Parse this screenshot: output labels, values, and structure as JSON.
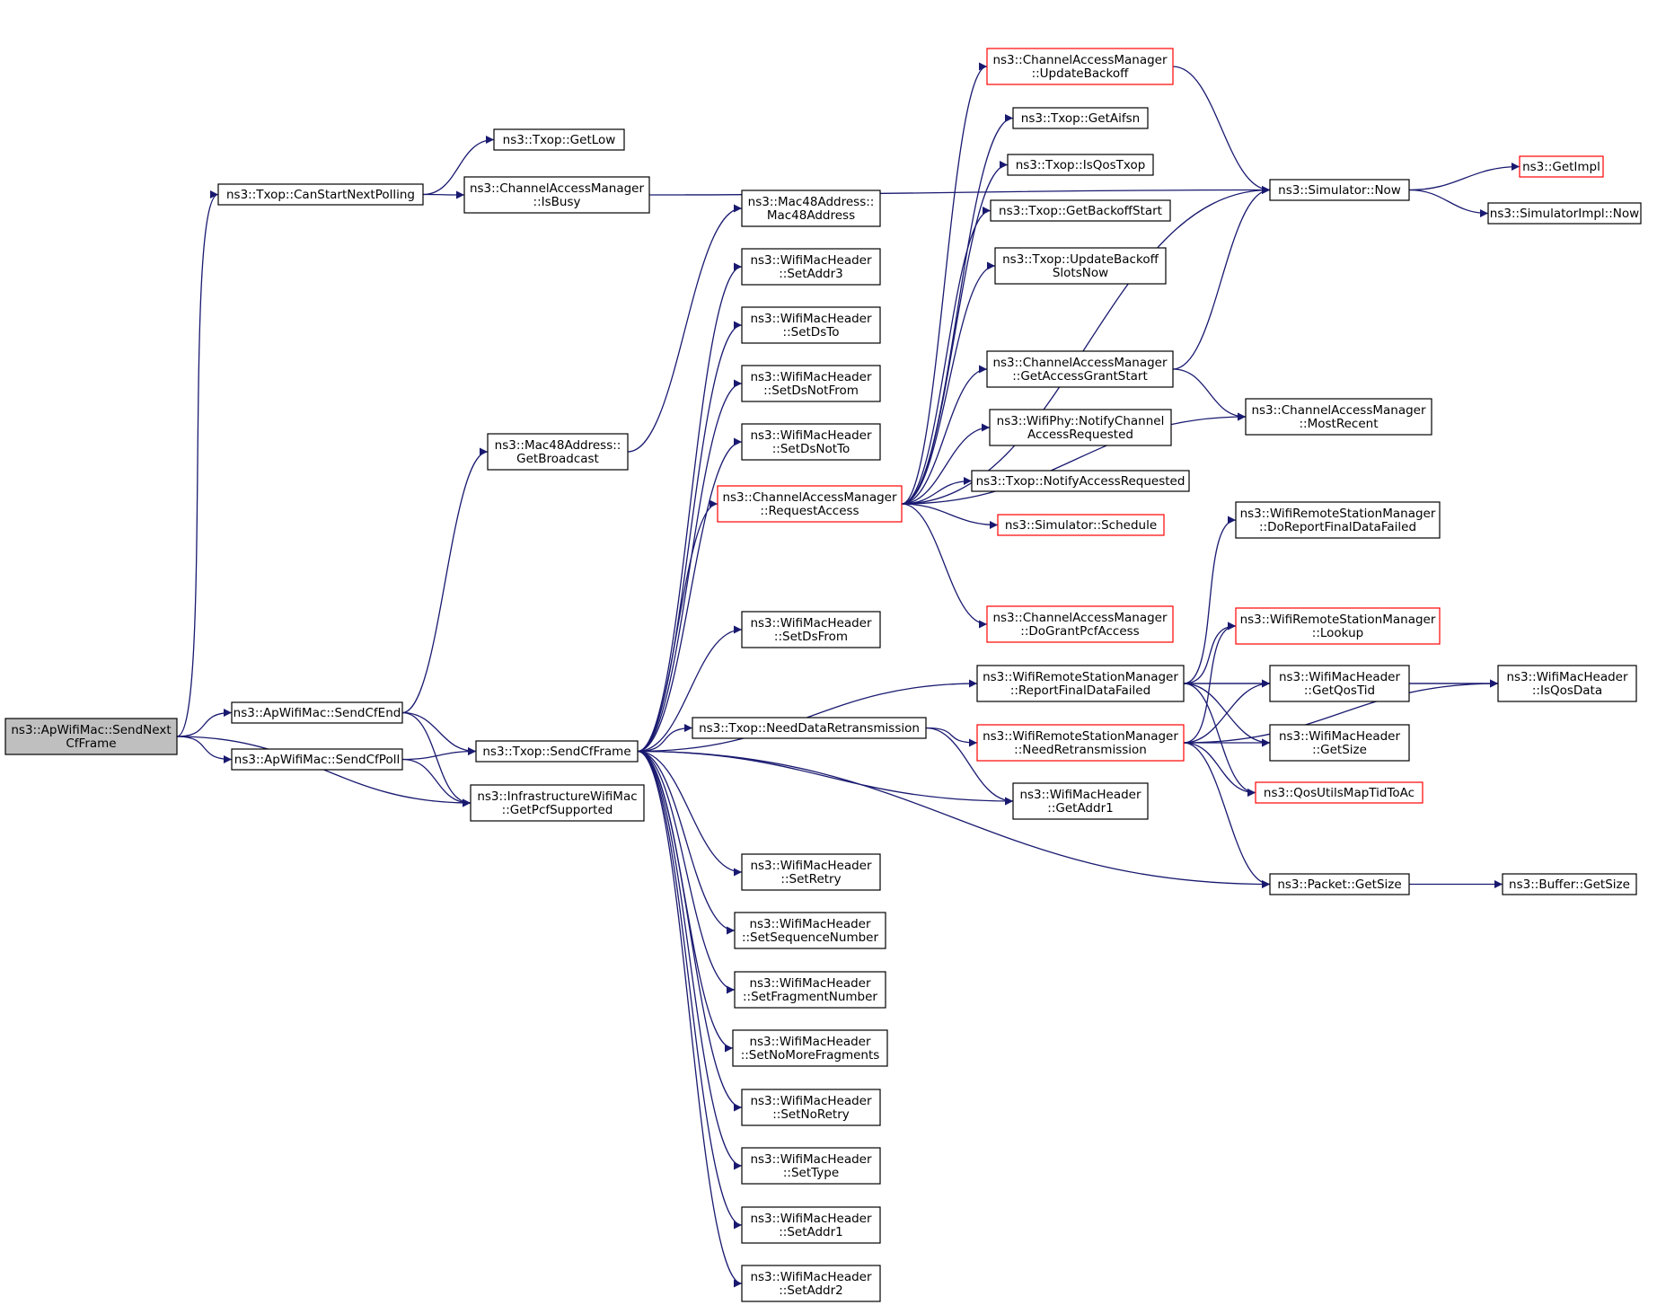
{
  "nodes": [
    {
      "id": "n1",
      "lines": [
        "ns3::ApWifiMac::SendNext",
        "CfFrame"
      ],
      "focal": true
    },
    {
      "id": "n2",
      "lines": [
        "ns3::Txop::CanStartNextPolling"
      ]
    },
    {
      "id": "n3",
      "lines": [
        "ns3::ApWifiMac::SendCfEnd"
      ]
    },
    {
      "id": "n4",
      "lines": [
        "ns3::ApWifiMac::SendCfPoll"
      ]
    },
    {
      "id": "n5",
      "lines": [
        "ns3::InfrastructureWifiMac",
        "::GetPcfSupported"
      ]
    },
    {
      "id": "n6",
      "lines": [
        "ns3::Txop::GetLow"
      ]
    },
    {
      "id": "n7",
      "lines": [
        "ns3::ChannelAccessManager",
        "::IsBusy"
      ]
    },
    {
      "id": "n8",
      "lines": [
        "ns3::Mac48Address::",
        "GetBroadcast"
      ]
    },
    {
      "id": "n9",
      "lines": [
        "ns3::Txop::SendCfFrame"
      ]
    },
    {
      "id": "n10",
      "lines": [
        "ns3::Mac48Address::",
        "Mac48Address"
      ]
    },
    {
      "id": "n11",
      "lines": [
        "ns3::WifiMacHeader",
        "::SetAddr3"
      ]
    },
    {
      "id": "n12",
      "lines": [
        "ns3::WifiMacHeader",
        "::SetDsTo"
      ]
    },
    {
      "id": "n13",
      "lines": [
        "ns3::WifiMacHeader",
        "::SetDsNotFrom"
      ]
    },
    {
      "id": "n14",
      "lines": [
        "ns3::WifiMacHeader",
        "::SetDsNotTo"
      ]
    },
    {
      "id": "n15",
      "lines": [
        "ns3::ChannelAccessManager",
        "::RequestAccess"
      ],
      "trunc": true
    },
    {
      "id": "n16",
      "lines": [
        "ns3::WifiMacHeader",
        "::SetDsFrom"
      ]
    },
    {
      "id": "n17",
      "lines": [
        "ns3::Txop::NeedDataRetransmission"
      ]
    },
    {
      "id": "n18",
      "lines": [
        "ns3::WifiMacHeader",
        "::SetRetry"
      ]
    },
    {
      "id": "n19",
      "lines": [
        "ns3::WifiMacHeader",
        "::SetSequenceNumber"
      ]
    },
    {
      "id": "n20",
      "lines": [
        "ns3::WifiMacHeader",
        "::SetFragmentNumber"
      ]
    },
    {
      "id": "n21",
      "lines": [
        "ns3::WifiMacHeader",
        "::SetNoMoreFragments"
      ]
    },
    {
      "id": "n22",
      "lines": [
        "ns3::WifiMacHeader",
        "::SetNoRetry"
      ]
    },
    {
      "id": "n23",
      "lines": [
        "ns3::WifiMacHeader",
        "::SetType"
      ]
    },
    {
      "id": "n24",
      "lines": [
        "ns3::WifiMacHeader",
        "::SetAddr1"
      ]
    },
    {
      "id": "n25",
      "lines": [
        "ns3::WifiMacHeader",
        "::SetAddr2"
      ]
    },
    {
      "id": "n26",
      "lines": [
        "ns3::ChannelAccessManager",
        "::UpdateBackoff"
      ],
      "trunc": true
    },
    {
      "id": "n27",
      "lines": [
        "ns3::Txop::GetAifsn"
      ]
    },
    {
      "id": "n28",
      "lines": [
        "ns3::Txop::IsQosTxop"
      ]
    },
    {
      "id": "n29",
      "lines": [
        "ns3::Txop::GetBackoffStart"
      ]
    },
    {
      "id": "n30",
      "lines": [
        "ns3::Txop::UpdateBackoff",
        "SlotsNow"
      ]
    },
    {
      "id": "n31",
      "lines": [
        "ns3::ChannelAccessManager",
        "::GetAccessGrantStart"
      ]
    },
    {
      "id": "n32",
      "lines": [
        "ns3::WifiPhy::NotifyChannel",
        "AccessRequested"
      ]
    },
    {
      "id": "n33",
      "lines": [
        "ns3::Txop::NotifyAccessRequested"
      ]
    },
    {
      "id": "n34",
      "lines": [
        "ns3::Simulator::Schedule"
      ],
      "trunc": true
    },
    {
      "id": "n35",
      "lines": [
        "ns3::ChannelAccessManager",
        "::DoGrantPcfAccess"
      ],
      "trunc": true
    },
    {
      "id": "n36",
      "lines": [
        "ns3::WifiRemoteStationManager",
        "::ReportFinalDataFailed"
      ]
    },
    {
      "id": "n37",
      "lines": [
        "ns3::WifiRemoteStationManager",
        "::NeedRetransmission"
      ],
      "trunc": true
    },
    {
      "id": "n38",
      "lines": [
        "ns3::WifiMacHeader",
        "::GetAddr1"
      ]
    },
    {
      "id": "n39",
      "lines": [
        "ns3::Simulator::Now"
      ]
    },
    {
      "id": "n40",
      "lines": [
        "ns3::ChannelAccessManager",
        "::MostRecent"
      ]
    },
    {
      "id": "n41",
      "lines": [
        "ns3::WifiRemoteStationManager",
        "::DoReportFinalDataFailed"
      ]
    },
    {
      "id": "n42",
      "lines": [
        "ns3::WifiRemoteStationManager",
        "::Lookup"
      ],
      "trunc": true
    },
    {
      "id": "n43",
      "lines": [
        "ns3::WifiMacHeader",
        "::GetQosTid"
      ]
    },
    {
      "id": "n44",
      "lines": [
        "ns3::WifiMacHeader",
        "::GetSize"
      ]
    },
    {
      "id": "n45",
      "lines": [
        "ns3::QosUtilsMapTidToAc"
      ],
      "trunc": true
    },
    {
      "id": "n46",
      "lines": [
        "ns3::Packet::GetSize"
      ]
    },
    {
      "id": "n47",
      "lines": [
        "ns3::GetImpl"
      ],
      "trunc": true
    },
    {
      "id": "n48",
      "lines": [
        "ns3::SimulatorImpl::Now"
      ]
    },
    {
      "id": "n49",
      "lines": [
        "ns3::WifiMacHeader",
        "::IsQosData"
      ]
    },
    {
      "id": "n50",
      "lines": [
        "ns3::Buffer::GetSize"
      ]
    }
  ],
  "edges": [
    [
      "n1",
      "n2"
    ],
    [
      "n1",
      "n3"
    ],
    [
      "n1",
      "n4"
    ],
    [
      "n1",
      "n5"
    ],
    [
      "n2",
      "n6"
    ],
    [
      "n2",
      "n7"
    ],
    [
      "n7",
      "n39"
    ],
    [
      "n3",
      "n8"
    ],
    [
      "n3",
      "n9"
    ],
    [
      "n3",
      "n5"
    ],
    [
      "n4",
      "n9"
    ],
    [
      "n4",
      "n5"
    ],
    [
      "n8",
      "n10"
    ],
    [
      "n9",
      "n11"
    ],
    [
      "n9",
      "n12"
    ],
    [
      "n9",
      "n13"
    ],
    [
      "n9",
      "n14"
    ],
    [
      "n9",
      "n15"
    ],
    [
      "n9",
      "n16"
    ],
    [
      "n9",
      "n36"
    ],
    [
      "n9",
      "n17"
    ],
    [
      "n9",
      "n38"
    ],
    [
      "n9",
      "n46"
    ],
    [
      "n9",
      "n18"
    ],
    [
      "n9",
      "n19"
    ],
    [
      "n9",
      "n20"
    ],
    [
      "n9",
      "n21"
    ],
    [
      "n9",
      "n22"
    ],
    [
      "n9",
      "n23"
    ],
    [
      "n9",
      "n24"
    ],
    [
      "n9",
      "n25"
    ],
    [
      "n15",
      "n26"
    ],
    [
      "n15",
      "n27"
    ],
    [
      "n15",
      "n28"
    ],
    [
      "n15",
      "n29"
    ],
    [
      "n15",
      "n30"
    ],
    [
      "n15",
      "n39"
    ],
    [
      "n15",
      "n31"
    ],
    [
      "n15",
      "n32"
    ],
    [
      "n15",
      "n33"
    ],
    [
      "n15",
      "n34"
    ],
    [
      "n15",
      "n40"
    ],
    [
      "n15",
      "n35"
    ],
    [
      "n26",
      "n39"
    ],
    [
      "n31",
      "n39"
    ],
    [
      "n31",
      "n40"
    ],
    [
      "n39",
      "n47"
    ],
    [
      "n39",
      "n48"
    ],
    [
      "n17",
      "n37"
    ],
    [
      "n17",
      "n38"
    ],
    [
      "n36",
      "n41"
    ],
    [
      "n36",
      "n42"
    ],
    [
      "n36",
      "n43"
    ],
    [
      "n36",
      "n44"
    ],
    [
      "n36",
      "n45"
    ],
    [
      "n36",
      "n49"
    ],
    [
      "n37",
      "n42"
    ],
    [
      "n37",
      "n43"
    ],
    [
      "n37",
      "n44"
    ],
    [
      "n37",
      "n45"
    ],
    [
      "n37",
      "n46"
    ],
    [
      "n37",
      "n49"
    ],
    [
      "n43",
      "n49"
    ],
    [
      "n46",
      "n50"
    ]
  ]
}
